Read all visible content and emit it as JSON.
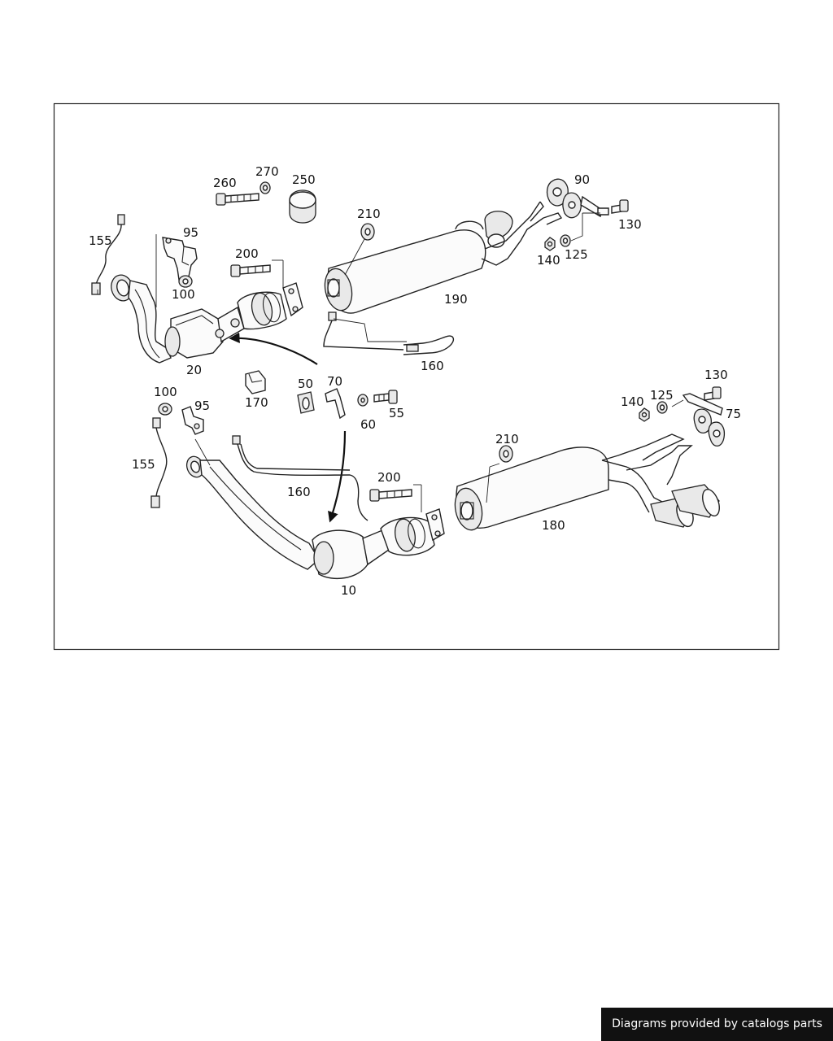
{
  "diagram": {
    "labels": {
      "l260": "260",
      "l270": "270",
      "l250": "250",
      "l210a": "210",
      "l90": "90",
      "l130a": "130",
      "l155a": "155",
      "l95a": "95",
      "l200a": "200",
      "l100a": "100",
      "l140a": "140",
      "l125a": "125",
      "l190": "190",
      "l20": "20",
      "l160a": "160",
      "l170": "170",
      "l50": "50",
      "l70": "70",
      "l60": "60",
      "l55": "55",
      "l100b": "100",
      "l95b": "95",
      "l155b": "155",
      "l160b": "160",
      "l200b": "200",
      "l10": "10",
      "l210b": "210",
      "l180": "180",
      "l130b": "130",
      "l125b": "125",
      "l140b": "140",
      "l75": "75"
    }
  },
  "footer": {
    "credit": "Diagrams provided by catalogs parts"
  }
}
